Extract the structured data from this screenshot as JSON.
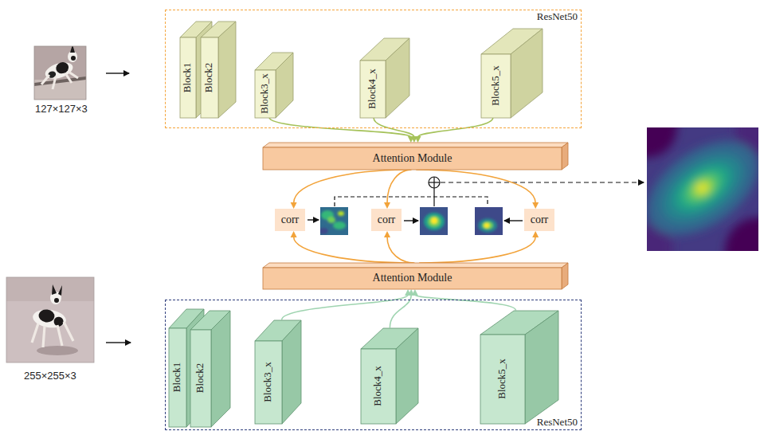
{
  "diagram": {
    "nodes": [
      {
        "text": [
          "ResNet50"
        ]
      },
      {
        "text": [
          "Block1"
        ],
        "in": 0
      },
      {
        "text": [
          "Block2"
        ],
        "in": 0
      },
      {
        "text": [
          "Block3_x"
        ],
        "in": 0
      },
      {
        "text": [
          "Block4_x"
        ],
        "in": 0
      },
      {
        "text": [
          "Block5_x"
        ],
        "in": 0
      },
      {
        "text": [
          "Attention Module"
        ]
      },
      {
        "text": [
          "corr"
        ]
      },
      {
        "text": [
          "corr"
        ]
      },
      {
        "text": [
          "corr"
        ]
      },
      {
        "text": [
          "Attention Module"
        ]
      },
      {
        "text": [
          "ResNet50"
        ]
      },
      {
        "text": [
          "Block1"
        ],
        "in": 11
      },
      {
        "text": [
          "Block2"
        ],
        "in": 11
      },
      {
        "text": [
          "Block3_x"
        ],
        "in": 11
      },
      {
        "text": [
          "Block4_x"
        ],
        "in": 11
      },
      {
        "text": [
          "Block5_x"
        ],
        "in": 11
      }
    ],
    "edges": [
      {
        "from": 3,
        "to": 6,
        "arrow": "to"
      },
      {
        "from": 4,
        "to": 6,
        "arrow": "to"
      },
      {
        "from": 5,
        "to": 6,
        "arrow": "to"
      },
      {
        "from": 6,
        "to": 7,
        "arrow": "to"
      },
      {
        "from": 6,
        "to": 8,
        "arrow": "to"
      },
      {
        "from": 6,
        "to": 9,
        "arrow": "to"
      },
      {
        "from": 10,
        "to": 7,
        "arrow": "to"
      },
      {
        "from": 10,
        "to": 8,
        "arrow": "to"
      },
      {
        "from": 10,
        "to": 9,
        "arrow": "to"
      },
      {
        "from": 14,
        "to": 10,
        "arrow": "to"
      },
      {
        "from": 15,
        "to": 10,
        "arrow": "to"
      },
      {
        "from": 16,
        "to": 10,
        "arrow": "to"
      }
    ],
    "labels": [
      "127×127×3",
      "255×255×3"
    ]
  }
}
